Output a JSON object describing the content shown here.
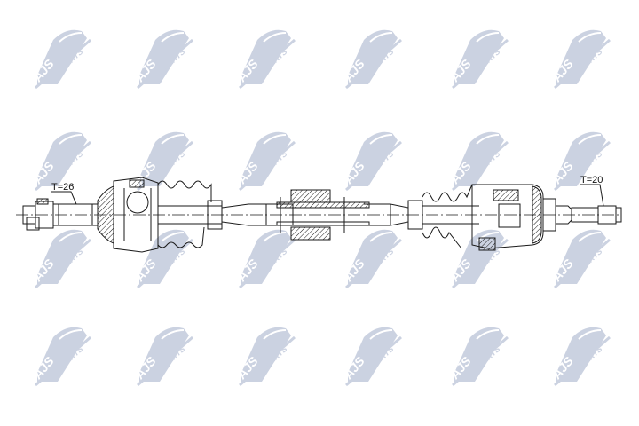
{
  "watermark": {
    "brand": "AJS",
    "suffix": "PARTS",
    "color": "#c9d0e0",
    "grid": {
      "columns_x": [
        70,
        185,
        300,
        420,
        540,
        655
      ],
      "rows_y": [
        65,
        180,
        290,
        400
      ]
    }
  },
  "drawing": {
    "part": "drive-shaft",
    "line_color": "#1a1a1a",
    "left_spline_label": "T=26",
    "right_spline_label": "T=20"
  }
}
